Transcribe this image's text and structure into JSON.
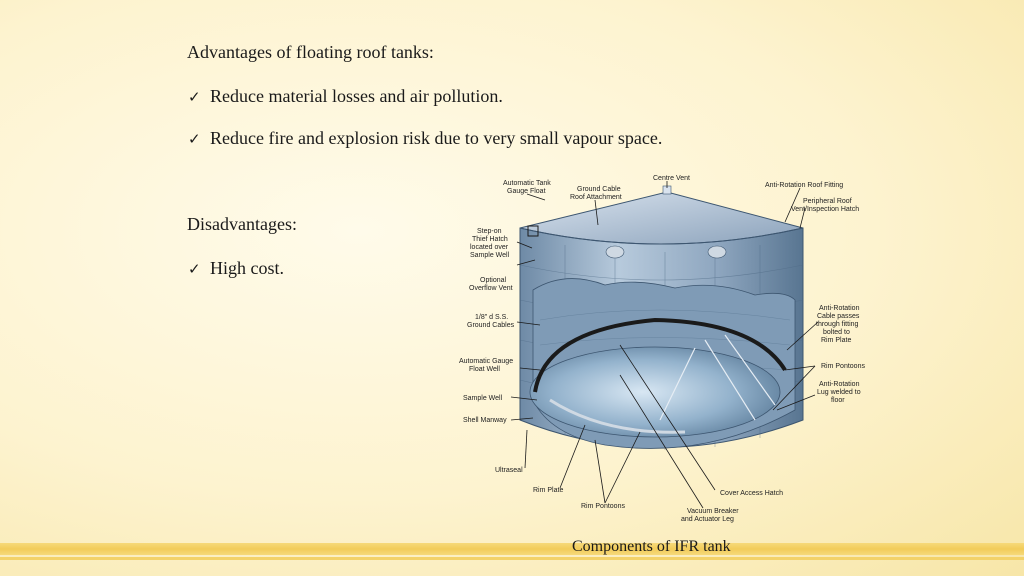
{
  "advantages": {
    "heading": "Advantages of floating roof tanks:",
    "items": [
      "Reduce material losses and air pollution.",
      "Reduce fire and explosion risk due to very small vapour space."
    ]
  },
  "disadvantages": {
    "heading": "Disadvantages:",
    "items": [
      "High cost."
    ]
  },
  "bullet_symbol": "✓",
  "diagram": {
    "caption": "Components of IFR tank",
    "labels": {
      "auto_gauge_float": [
        "Automatic Tank",
        "Gauge Float"
      ],
      "ground_cable": [
        "Ground Cable",
        "Roof Attachment"
      ],
      "centre_vent": "Centre Vent",
      "anti_rotation_fitting": "Anti-Rotation Roof Fitting",
      "peripheral_vent": [
        "Peripheral Roof",
        "Vent/Inspection Hatch"
      ],
      "step_on_hatch": [
        "Step-on",
        "Thief Hatch",
        "located over",
        "Sample Well"
      ],
      "overflow_vent": [
        "Optional",
        "Overflow Vent"
      ],
      "ground_cables": [
        "1/8\" d S.S.",
        "Ground Cables"
      ],
      "anti_rotation_cable": [
        "Anti-Rotation",
        "Cable passes",
        "through fitting",
        "bolted to",
        "Rim Plate"
      ],
      "auto_gauge_well": [
        "Automatic Gauge",
        "Float Well"
      ],
      "rim_pontoons_right": "Rim Pontoons",
      "anti_rotation_lug": [
        "Anti-Rotation",
        "Lug welded to",
        "floor"
      ],
      "sample_well": "Sample Well",
      "shell_manway": "Shell Manway",
      "ultraseal": "Ultraseal",
      "rim_plate": "Rim Plate",
      "rim_pontoons_bottom": "Rim Pontoons",
      "cover_access_hatch": "Cover Access Hatch",
      "vacuum_breaker": [
        "Vacuum Breaker",
        "and Actuator Leg"
      ]
    }
  }
}
